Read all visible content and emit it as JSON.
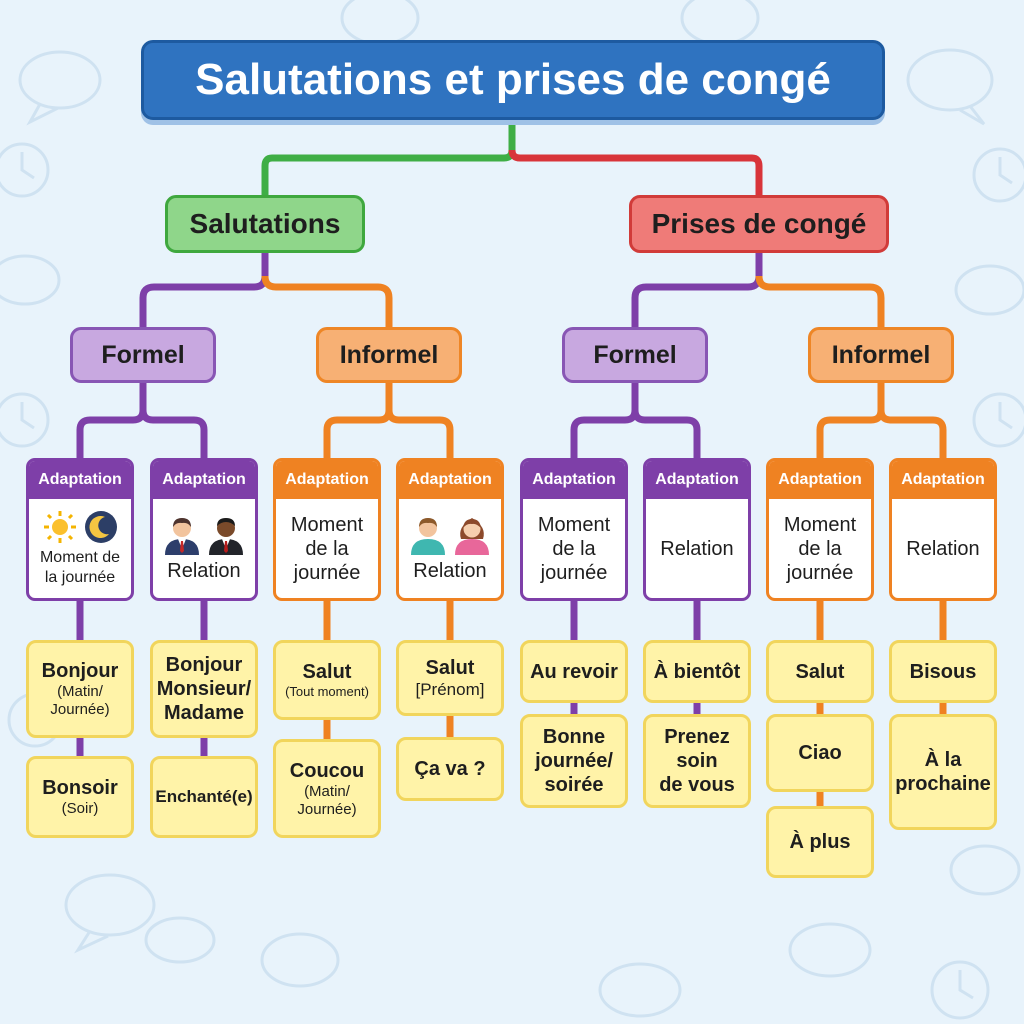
{
  "title": "Salutations et prises de congé",
  "colors": {
    "background": "#e8f3fb",
    "title": "#2f73c0",
    "salutations": "#8fd68a",
    "conges": "#ef7b78",
    "formel": "#c8a8e0",
    "formel_dark": "#7e3fa8",
    "informel": "#f7b074",
    "informel_dark": "#ef8222",
    "leaf": "#fff3a8",
    "leaf_border": "#f1d55c"
  },
  "categories": {
    "salutations": "Salutations",
    "conges": "Prises de congé"
  },
  "subcategories": {
    "sal_formel": "Formel",
    "sal_informel": "Informel",
    "con_formel": "Formel",
    "con_informel": "Informel"
  },
  "cards": [
    {
      "header": "Adaptation",
      "label": "Moment de la journée",
      "icons": [
        "sun-icon",
        "moon-icon"
      ]
    },
    {
      "header": "Adaptation",
      "label": "Relation",
      "icons": [
        "businessman-icon",
        "businessman-dark-icon"
      ]
    },
    {
      "header": "Adaptation",
      "label": "Moment de la journée",
      "icons": []
    },
    {
      "header": "Adaptation",
      "label": "Relation",
      "icons": [
        "casual-man-icon",
        "casual-woman-icon"
      ]
    },
    {
      "header": "Adaptation",
      "label": "Moment de la journée",
      "icons": []
    },
    {
      "header": "Adaptation",
      "label": "Relation",
      "icons": []
    },
    {
      "header": "Adaptation",
      "label": "Moment de la journée",
      "icons": []
    },
    {
      "header": "Adaptation",
      "label": "Relation",
      "icons": []
    }
  ],
  "leaves": {
    "bonjour": {
      "main": "Bonjour",
      "note": "(Matin/\nJournée)"
    },
    "bonsoir": {
      "main": "Bonsoir",
      "note": "(Soir)"
    },
    "bonjour_monsieur": {
      "main": "Bonjour\nMonsieur/\nMadame"
    },
    "enchante": {
      "main": "Enchanté(e)"
    },
    "salut_tout": {
      "main": "Salut",
      "note": "(Tout moment)"
    },
    "coucou": {
      "main": "Coucou",
      "note": "(Matin/\nJournée)"
    },
    "salut_prenom": {
      "main": "Salut",
      "note": "[Prénom]"
    },
    "ca_va": {
      "main": "Ça va ?"
    },
    "au_revoir": {
      "main": "Au revoir"
    },
    "bonne_journee": {
      "main": "Bonne\njournée/\nsoirée"
    },
    "a_bientot": {
      "main": "À bientôt"
    },
    "prenez_soin": {
      "main": "Prenez\nsoin\nde vous"
    },
    "salut_conge": {
      "main": "Salut"
    },
    "ciao": {
      "main": "Ciao"
    },
    "a_plus": {
      "main": "À plus"
    },
    "bisous": {
      "main": "Bisous"
    },
    "a_la_prochaine": {
      "main": "À la\nprochaine"
    }
  }
}
